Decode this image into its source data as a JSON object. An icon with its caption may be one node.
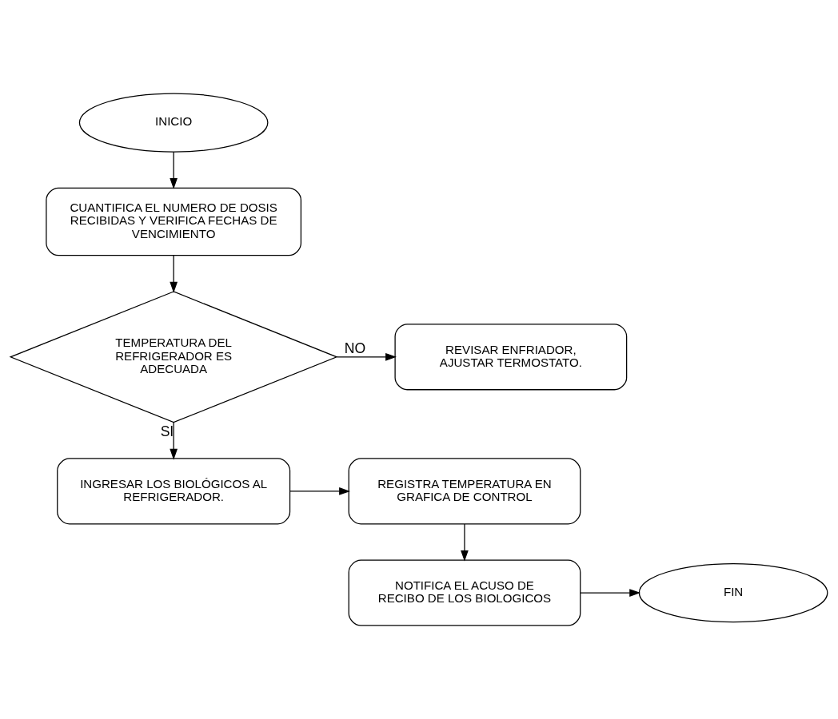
{
  "diagram": {
    "nodes": [
      {
        "text": [
          "INICIO"
        ]
      },
      {
        "text": [
          "CUANTIFICA EL NUMERO DE DOSIS RECIBIDAS Y VERIFICA FECHAS DE VENCIMIENTO"
        ]
      },
      {
        "text": [
          "TEMPERATURA DEL REFRIGERADOR ES ADECUADA"
        ]
      },
      {
        "text": [
          "REVISAR ENFRIADOR, AJUSTAR TERMOSTATO."
        ]
      },
      {
        "text": [
          "INGRESAR LOS BIOLÓGICOS AL REFRIGERADOR."
        ]
      },
      {
        "text": [
          "REGISTRA TEMPERATURA EN GRAFICA DE CONTROL"
        ]
      },
      {
        "text": [
          "NOTIFICA EL ACUSO DE RECIBO DE LOS BIOLOGICOS"
        ]
      },
      {
        "text": [
          "FIN"
        ]
      }
    ],
    "edges": [
      {
        "from": 0,
        "to": 1,
        "arrow": "to"
      },
      {
        "from": 1,
        "to": 2,
        "arrow": "to"
      },
      {
        "from": 2,
        "to": 3,
        "arrow": "to",
        "label": "NO"
      },
      {
        "from": 2,
        "to": 4,
        "arrow": "to",
        "label": "SI"
      },
      {
        "from": 4,
        "to": 5,
        "arrow": "to"
      },
      {
        "from": 5,
        "to": 6,
        "arrow": "to"
      },
      {
        "from": 6,
        "to": 7,
        "arrow": "to"
      }
    ]
  }
}
